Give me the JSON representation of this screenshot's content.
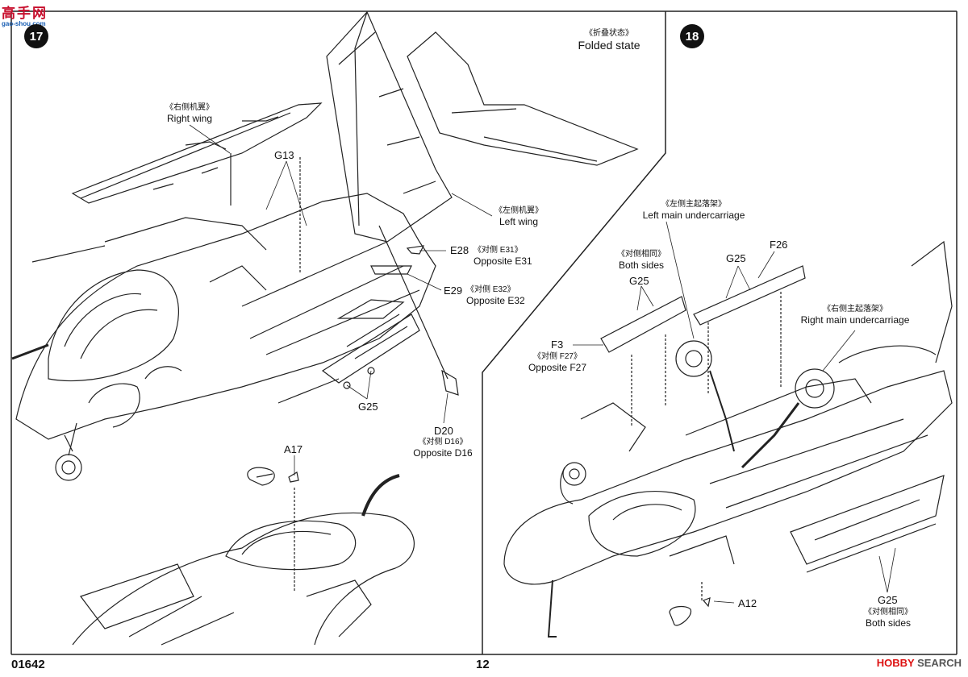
{
  "watermark_top": {
    "zh": "高手网",
    "url": "gao-shou.com"
  },
  "steps": {
    "left": "17",
    "right": "18"
  },
  "folded": {
    "zh": "《折叠状态》",
    "en": "Folded state"
  },
  "right_wing": {
    "zh": "《右侧机翼》",
    "en": "Right wing"
  },
  "left_wing": {
    "zh": "《左侧机翼》",
    "en": "Left wing"
  },
  "parts": {
    "g13": "G13",
    "e28": "E28",
    "e28_note": {
      "zh": "《对侧 E31》",
      "en": "Opposite E31"
    },
    "e29": "E29",
    "e29_note": {
      "zh": "《对侧 E32》",
      "en": "Opposite E32"
    },
    "g25_a": "G25",
    "d20": "D20",
    "d20_note": {
      "zh": "《对侧 D16》",
      "en": "Opposite D16"
    },
    "a17": "A17",
    "left_main": {
      "zh": "《左侧主起落架》",
      "en": "Left main undercarriage"
    },
    "both_sides_a": {
      "zh": "《对侧相同》",
      "en": "Both sides"
    },
    "g25_b": "G25",
    "g25_c": "G25",
    "f26": "F26",
    "right_main": {
      "zh": "《右侧主起落架》",
      "en": "Right main undercarriage"
    },
    "f3": "F3",
    "f3_note": {
      "zh": "《对侧 F27》",
      "en": "Opposite F27"
    },
    "a12": "A12",
    "g25_d": "G25",
    "both_sides_b": {
      "zh": "《对侧相同》",
      "en": "Both sides"
    }
  },
  "footer": {
    "code": "01642",
    "page": "12"
  },
  "watermark_bottom": {
    "brand": "HOBBY",
    "rest": "SEARCH"
  }
}
